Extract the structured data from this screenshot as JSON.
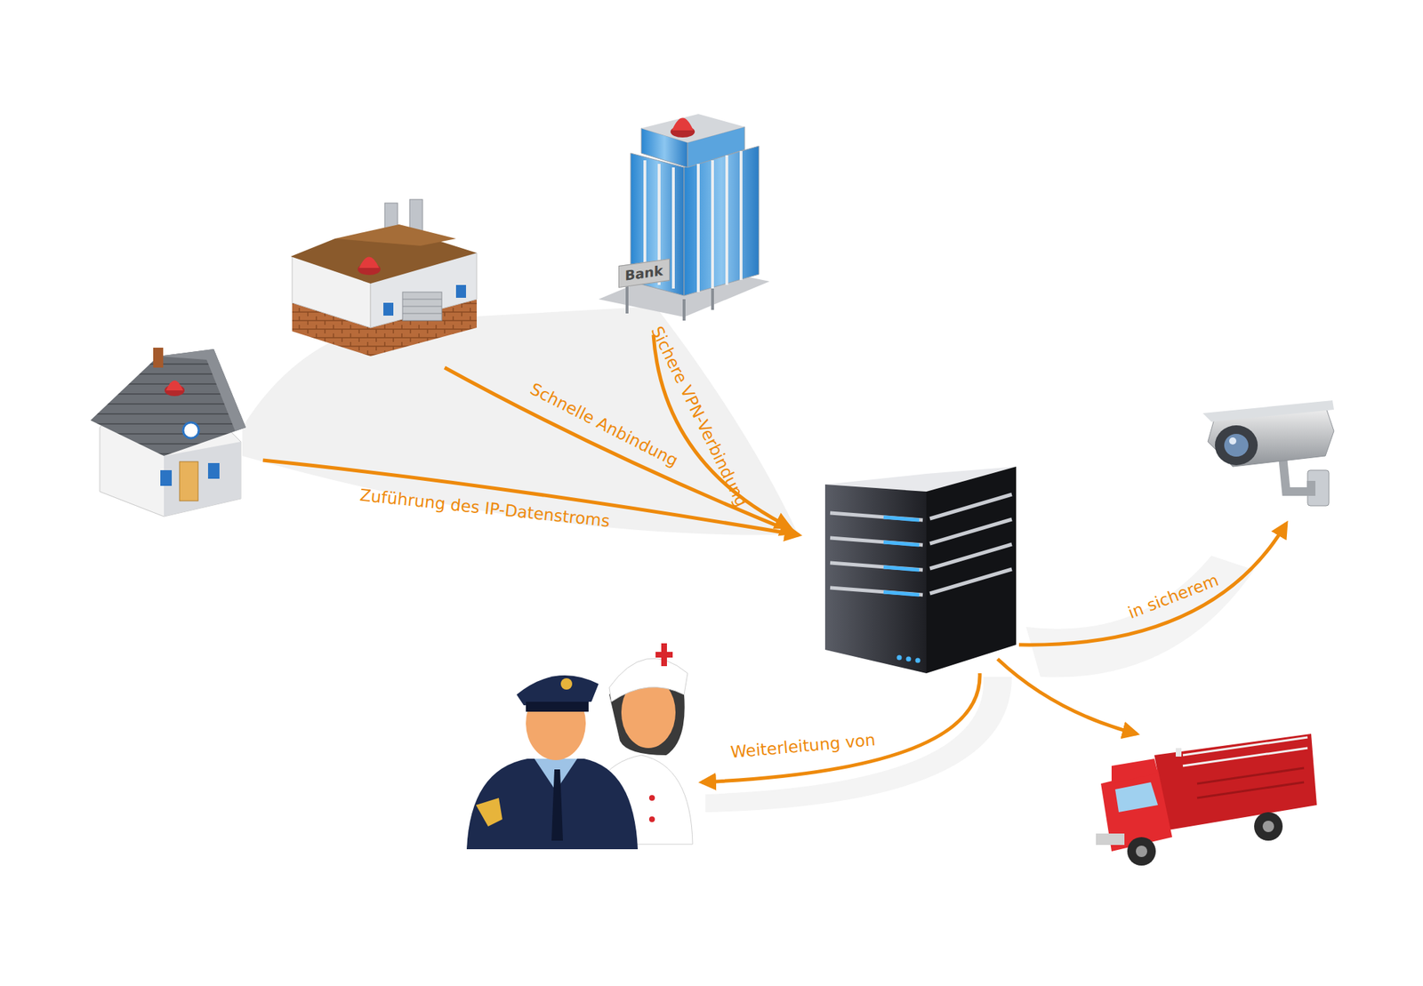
{
  "diagram": {
    "nodes": [
      {
        "text": [
          "Bank"
        ]
      }
    ],
    "labels": [
      "Zuführung des IP-Datenstroms",
      "Schnelle Anbindung",
      "Sichere VPN-Verbindung",
      "in sicherem",
      "Weiterleitung von"
    ]
  }
}
